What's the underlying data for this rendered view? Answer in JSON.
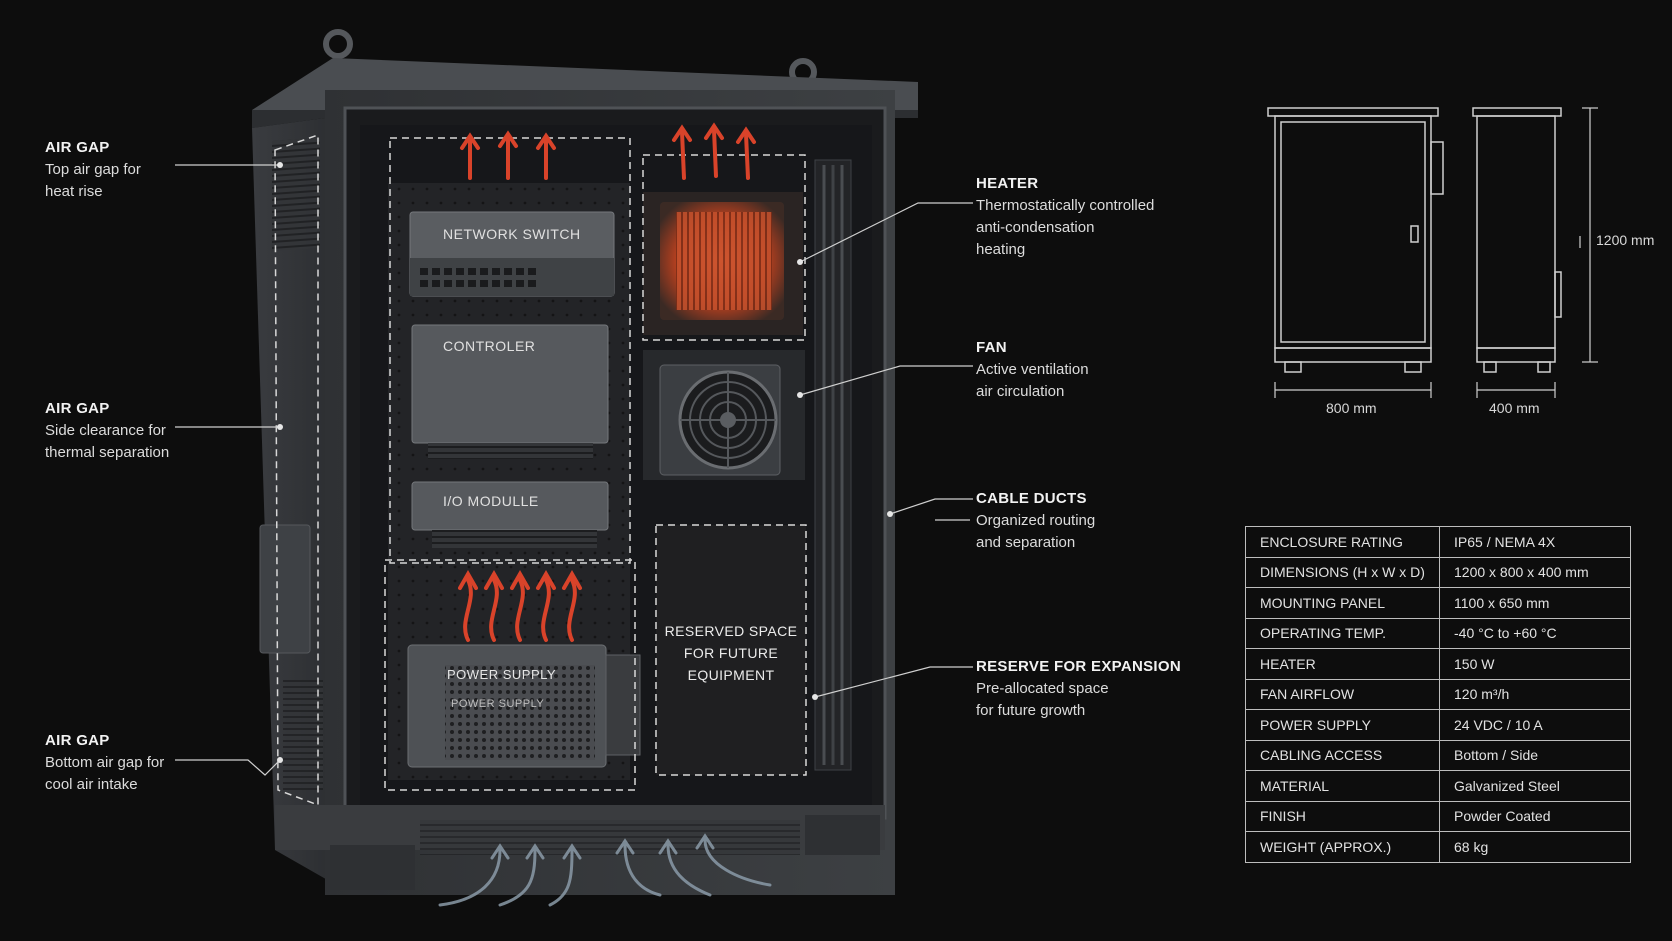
{
  "callouts": {
    "air_gap_top": {
      "title": "AIR GAP",
      "line1": "Top air gap for",
      "line2": "heat rise"
    },
    "air_gap_side": {
      "title": "AIR GAP",
      "line1": "Side clearance for",
      "line2": "thermal separation"
    },
    "air_gap_bottom": {
      "title": "AIR GAP",
      "line1": "Bottom air gap for",
      "line2": "cool air intake"
    },
    "heater": {
      "title": "HEATER",
      "line1": "Thermostatically controlled",
      "line2": "anti-condensation",
      "line3": "heating"
    },
    "fan": {
      "title": "FAN",
      "line1": "Active ventilation",
      "line2": "air circulation"
    },
    "cable_ducts": {
      "title": "CABLE DUCTS",
      "line1": "Organized routing",
      "line2": "and separation"
    },
    "reserve": {
      "title": "RESERVE FOR EXPANSION",
      "line1": "Pre-allocated space",
      "line2": "for future growth"
    }
  },
  "components": {
    "network_switch": "NETWORK SWITCH",
    "controller": "CONTROLER",
    "io_module": "I/O MODULLE",
    "power_supply": "POWER SUPPLY",
    "power_supply_2": "POWER SUPPLY",
    "reserved_line1": "RESERVED SPACE",
    "reserved_line2": "FOR FUTURE",
    "reserved_line3": "EQUIPMENT"
  },
  "dimensions": {
    "width": "800 mm",
    "depth": "400 mm",
    "height": "1200 mm"
  },
  "specs": [
    {
      "key": "ENCLOSURE RATING",
      "value": "IP65 / NEMA 4X"
    },
    {
      "key": "DIMENSIONS (H x W x D)",
      "value": "1200 x 800 x 400 mm"
    },
    {
      "key": "MOUNTING PANEL",
      "value": "1100 x 650 mm"
    },
    {
      "key": "OPERATING TEMP.",
      "value": "-40 °C to +60 °C"
    },
    {
      "key": "HEATER",
      "value": "150 W"
    },
    {
      "key": "FAN AIRFLOW",
      "value": "120 m³/h"
    },
    {
      "key": "POWER SUPPLY",
      "value": "24 VDC / 10 A"
    },
    {
      "key": "CABLING ACCESS",
      "value": "Bottom / Side"
    },
    {
      "key": "MATERIAL",
      "value": "Galvanized Steel"
    },
    {
      "key": "FINISH",
      "value": "Powder Coated"
    },
    {
      "key": "WEIGHT (APPROX.)",
      "value": "68 kg"
    }
  ],
  "colors": {
    "background": "#0d0d0d",
    "cabinet": "#3a3c3f",
    "heat_arrow": "#d9432a",
    "cool_arrow": "#8a9aa8",
    "text": "#e6e6e6"
  }
}
